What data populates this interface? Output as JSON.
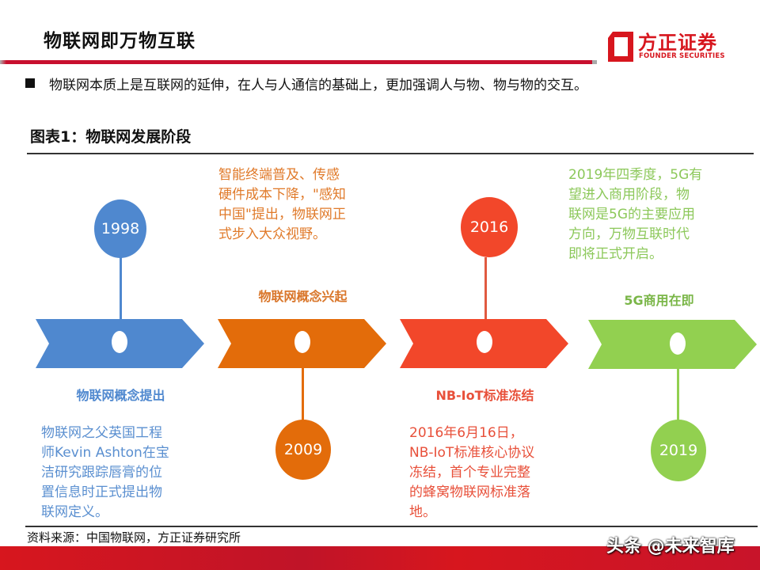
{
  "header": {
    "title": "物联网即万物互联",
    "logo": {
      "cn": "方正证券",
      "en": "FOUNDER SECURITIES"
    }
  },
  "bullet": "物联网本质上是互联网的延伸，在人与人通信的基础上，更加强调人与物、物与物的交互。",
  "figure": {
    "title": "图表1：物联网发展阶段",
    "stages": [
      {
        "year": "1998",
        "label": "物联网概念提出",
        "color": "#4f88cf",
        "desc": "物联网之父英国工程\n师Kevin Ashton在宝\n洁研究跟踪唇膏的位\n置信息时正式提出物\n联网定义。"
      },
      {
        "year": "2009",
        "label": "物联网概念兴起",
        "color": "#e36c0a",
        "desc": "智能终端普及、传感\n硬件成本下降，\"感知\n中国\"提出，物联网正\n式步入大众视野。"
      },
      {
        "year": "2016",
        "label": "NB-IoT标准冻结",
        "color": "#f2472a",
        "desc": "2016年6月16日，\nNB-IoT标准核心协议\n冻结，首个专业完整\n的蜂窝物联网标准落\n地。"
      },
      {
        "year": "2019",
        "label": "5G商用在即",
        "color": "#92d050",
        "desc": "2019年四季度，5G有\n望进入商用阶段，物\n联网是5G的主要应用\n方向，万物互联时代\n即将正式开启。"
      }
    ]
  },
  "source": "资料来源：中国物联网，方正证券研究所",
  "watermark": "头条 @未来智库",
  "colors": {
    "brand_red": "#d7161e",
    "blue": "#4f88cf",
    "orange": "#e36c0a",
    "red": "#f2472a",
    "green": "#92d050"
  }
}
